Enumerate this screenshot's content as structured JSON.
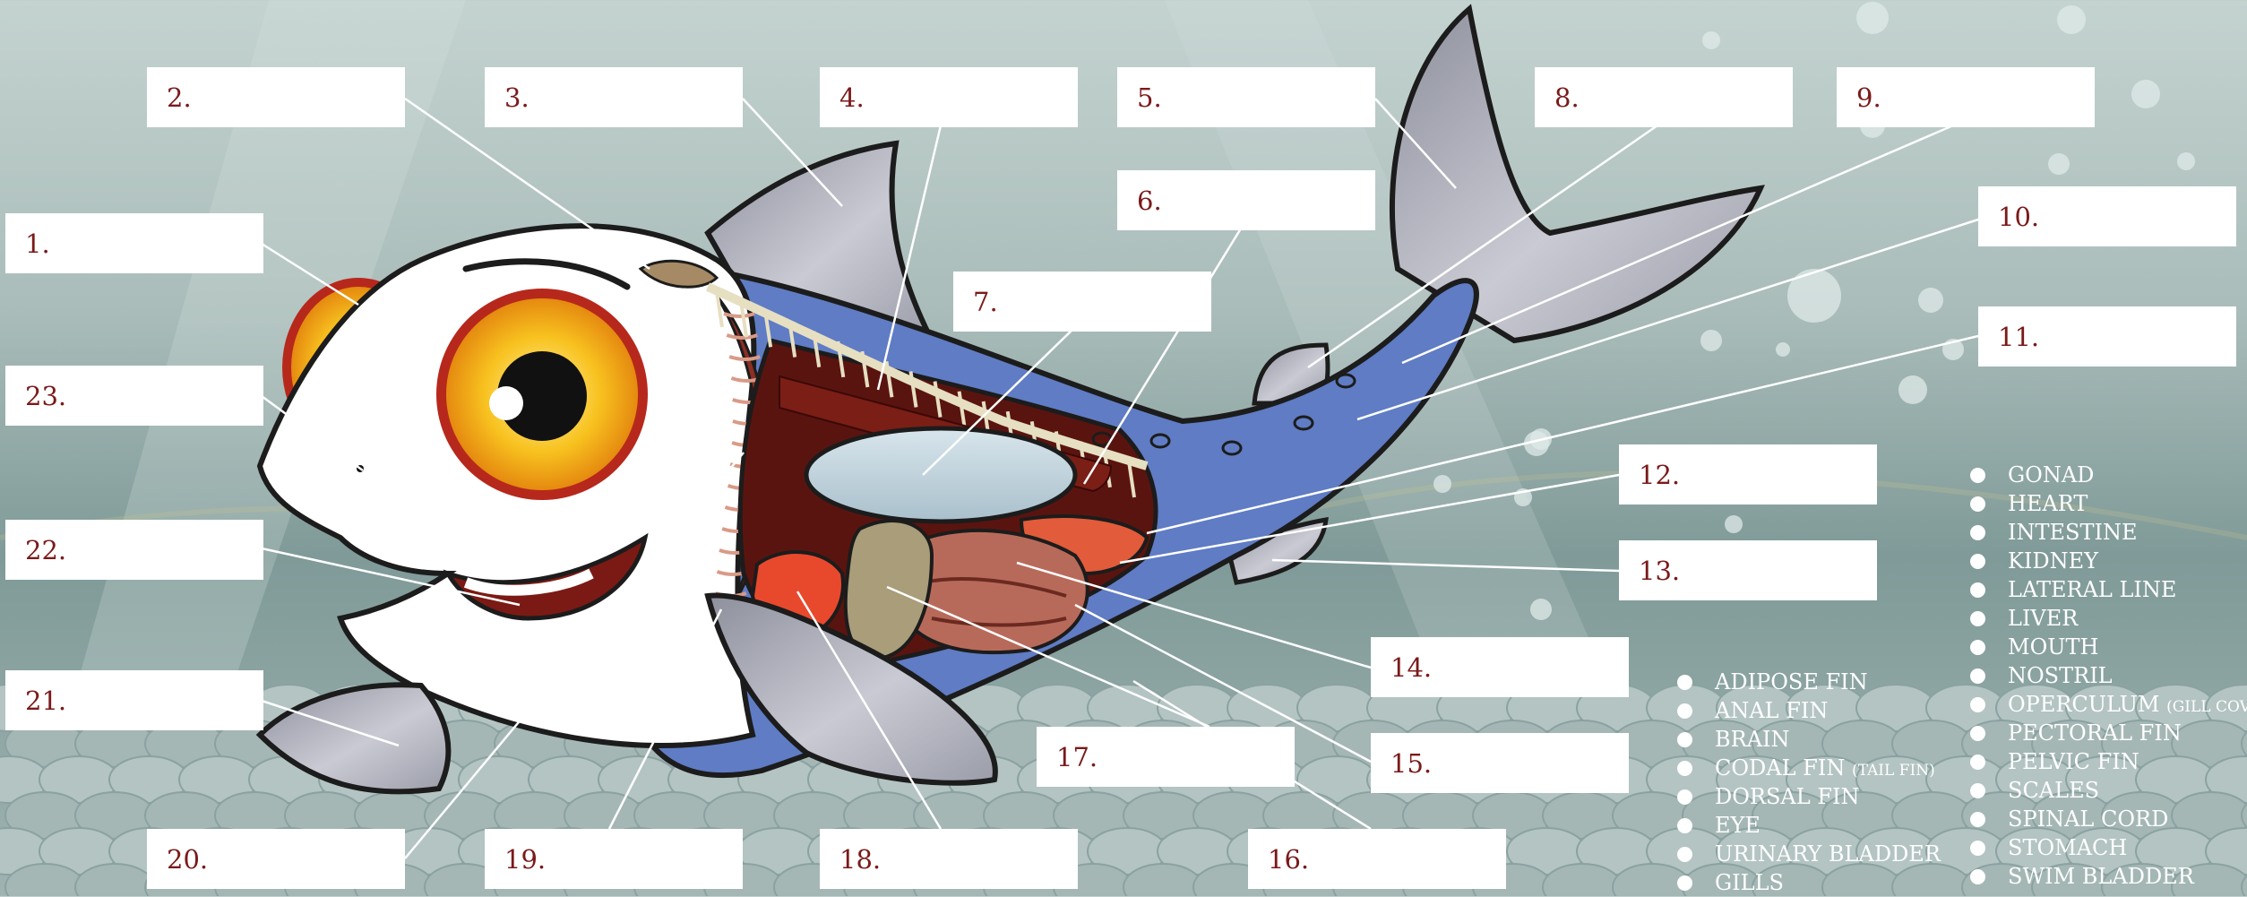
{
  "labels": [
    {
      "id": "1",
      "text": "1."
    },
    {
      "id": "2",
      "text": "2."
    },
    {
      "id": "3",
      "text": "3."
    },
    {
      "id": "4",
      "text": "4."
    },
    {
      "id": "5",
      "text": "5."
    },
    {
      "id": "6",
      "text": "6."
    },
    {
      "id": "7",
      "text": "7."
    },
    {
      "id": "8",
      "text": "8."
    },
    {
      "id": "9",
      "text": "9."
    },
    {
      "id": "10",
      "text": "10."
    },
    {
      "id": "11",
      "text": "11."
    },
    {
      "id": "12",
      "text": "12."
    },
    {
      "id": "13",
      "text": "13."
    },
    {
      "id": "14",
      "text": "14."
    },
    {
      "id": "15",
      "text": "15."
    },
    {
      "id": "16",
      "text": "16."
    },
    {
      "id": "17",
      "text": "17."
    },
    {
      "id": "18",
      "text": "18."
    },
    {
      "id": "19",
      "text": "19."
    },
    {
      "id": "20",
      "text": "20."
    },
    {
      "id": "21",
      "text": "21."
    },
    {
      "id": "22",
      "text": "22."
    },
    {
      "id": "23",
      "text": "23."
    }
  ],
  "word_bank_left": [
    {
      "text": "ADIPOSE FIN"
    },
    {
      "text": "ANAL FIN"
    },
    {
      "text": "BRAIN"
    },
    {
      "text": "CODAL FIN",
      "sub": "(TAIL FIN)"
    },
    {
      "text": "DORSAL FIN"
    },
    {
      "text": "EYE"
    },
    {
      "text": "URINARY BLADDER"
    },
    {
      "text": "GILLS"
    }
  ],
  "word_bank_right": [
    {
      "text": "GONAD"
    },
    {
      "text": "HEART"
    },
    {
      "text": "INTESTINE"
    },
    {
      "text": "KIDNEY"
    },
    {
      "text": "LATERAL LINE"
    },
    {
      "text": "LIVER"
    },
    {
      "text": "MOUTH"
    },
    {
      "text": "NOSTRIL"
    },
    {
      "text": "OPERCULUM",
      "sub": "(GILL COVER)"
    },
    {
      "text": "PECTORAL FIN"
    },
    {
      "text": "PELVIC FIN"
    },
    {
      "text": "SCALES"
    },
    {
      "text": "SPINAL CORD"
    },
    {
      "text": "STOMACH"
    },
    {
      "text": "SWIM BLADDER"
    }
  ],
  "colors": {
    "label_text": "#7a1a1a",
    "label_box": "#ffffff",
    "fish_blue": "#5f7cc4",
    "fish_white": "#ffffff",
    "fin_gray": "#a7a9b4",
    "eye_yellow": "#f6b51c",
    "organ_red": "#7a1d14"
  }
}
